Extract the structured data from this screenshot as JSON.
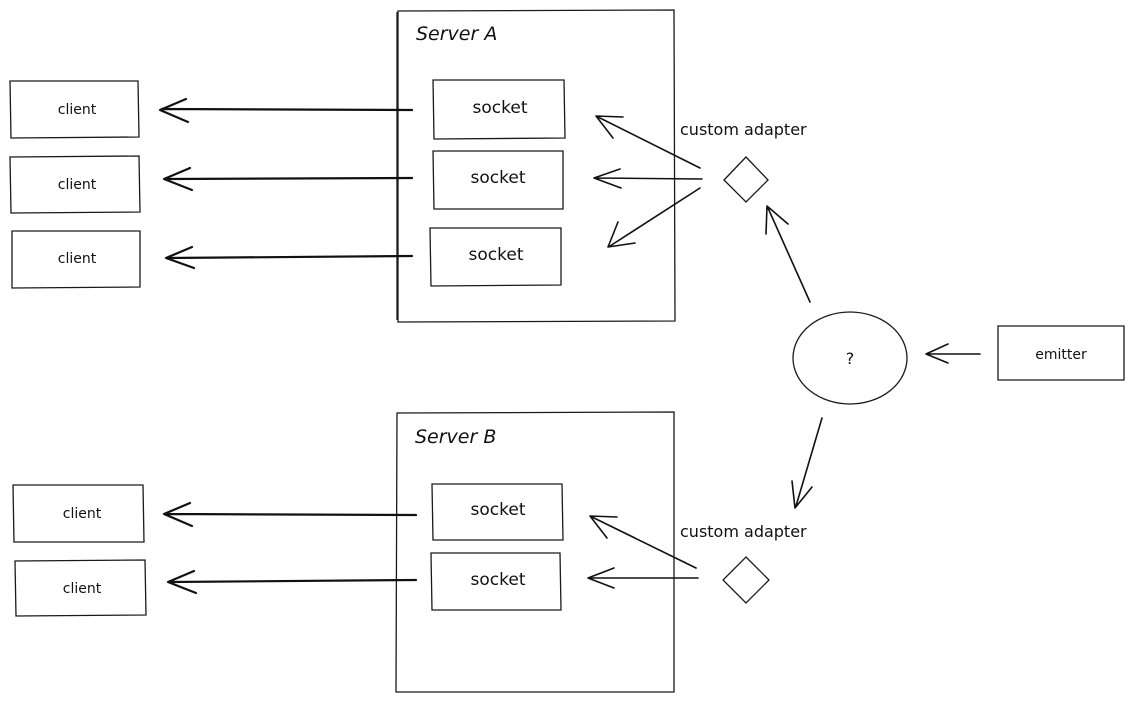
{
  "servers": [
    {
      "id": "a",
      "label": "Server A",
      "sockets": [
        "socket",
        "socket",
        "socket"
      ],
      "clients": [
        "client",
        "client",
        "client"
      ]
    },
    {
      "id": "b",
      "label": "Server B",
      "sockets": [
        "socket",
        "socket"
      ],
      "clients": [
        "client",
        "client"
      ]
    }
  ],
  "adapters": [
    {
      "label": "custom adapter"
    },
    {
      "label": "custom adapter"
    }
  ],
  "hub": {
    "label": "?"
  },
  "emitter": {
    "label": "emitter"
  }
}
